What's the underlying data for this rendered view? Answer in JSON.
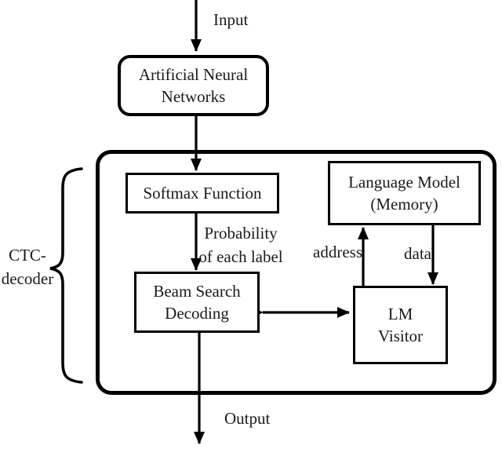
{
  "figure": {
    "type": "flow-diagram",
    "colors": {
      "stroke": "#000000",
      "text": "#1a1a1a",
      "background": "#ffffff"
    },
    "nodes": {
      "ann": {
        "line1": "Artificial Neural",
        "line2": "Networks"
      },
      "softmax": {
        "label": "Softmax Function"
      },
      "beam": {
        "line1": "Beam Search",
        "line2": "Decoding"
      },
      "lm": {
        "line1": "Language Model",
        "line2": "(Memory)"
      },
      "visitor": {
        "line1": "LM",
        "line2": "Visitor"
      }
    },
    "edge_labels": {
      "input": "Input",
      "output": "Output",
      "probability_line1": "Probability",
      "probability_line2": "of each label",
      "address": "address",
      "data": "data"
    },
    "group_label": {
      "line1": "CTC-",
      "line2": "decoder"
    }
  }
}
